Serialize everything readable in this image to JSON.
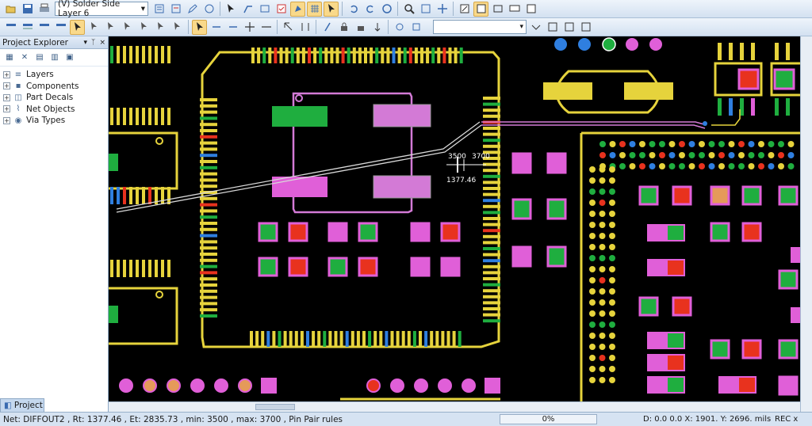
{
  "toolbar": {
    "layer_select": "(V) Solder Side Layer 6"
  },
  "sidebar": {
    "title": "Project Explorer",
    "pin_glyph": "▾",
    "pin2_glyph": "ᛉ",
    "close_glyph": "×",
    "items": [
      {
        "label": "Layers",
        "icon": "layers-icon"
      },
      {
        "label": "Components",
        "icon": "components-icon"
      },
      {
        "label": "Part Decals",
        "icon": "part-decals-icon"
      },
      {
        "label": "Net Objects",
        "icon": "net-objects-icon"
      },
      {
        "label": "Via Types",
        "icon": "via-types-icon"
      }
    ],
    "tab_label": "Project"
  },
  "canvas": {
    "dim_left": "3500",
    "dim_right": "3700",
    "dim_length": "1377.46"
  },
  "colors": {
    "board": "#000000",
    "outline": "#e6d33c",
    "pad_green": "#1fae3f",
    "pad_red": "#e8321e",
    "pad_magenta": "#e05fd8",
    "pad_orange": "#e59a5a",
    "pad_blue": "#2f7fe0",
    "trace": "#d37ad6"
  },
  "status": {
    "text": "Net: DIFFOUT2  , Rt: 1377.46  , Et: 2835.73  , min: 3500     , max: 3700    , Pin Pair rules",
    "progress": "0%",
    "coords": "D: 0.0 0.0   X: 1901.   Y: 2696.   mils",
    "mode": "REC  x"
  }
}
